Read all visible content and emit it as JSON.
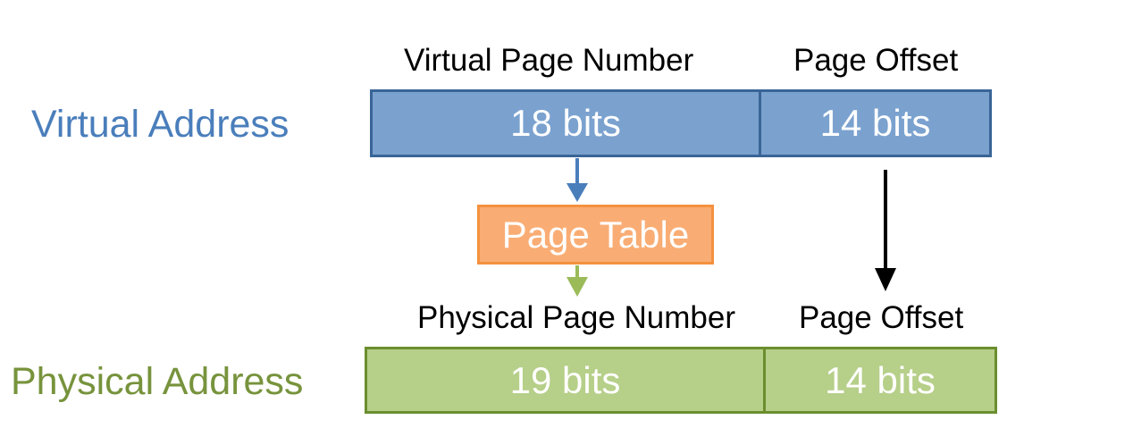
{
  "virtual_address": {
    "label": "Virtual Address",
    "page_number_header": "Virtual Page Number",
    "page_offset_header": "Page Offset",
    "page_number_bits": "18 bits",
    "page_offset_bits": "14 bits",
    "color": "#4A7EBB",
    "fill": "#7BA2CF"
  },
  "page_table": {
    "label": "Page Table",
    "fill": "#F9AD74"
  },
  "physical_address": {
    "label": "Physical Address",
    "page_number_header": "Physical Page Number",
    "page_offset_header": "Page Offset",
    "page_number_bits": "19 bits",
    "page_offset_bits": "14 bits",
    "color": "#77933C",
    "fill": "#B6CF89"
  },
  "arrows": [
    {
      "from": "virtual-page-number",
      "to": "page-table",
      "color": "#4A7EBB"
    },
    {
      "from": "page-table",
      "to": "physical-page-number",
      "color": "#9BBB59"
    },
    {
      "from": "virtual-page-offset",
      "to": "physical-page-offset",
      "color": "#000000"
    }
  ]
}
